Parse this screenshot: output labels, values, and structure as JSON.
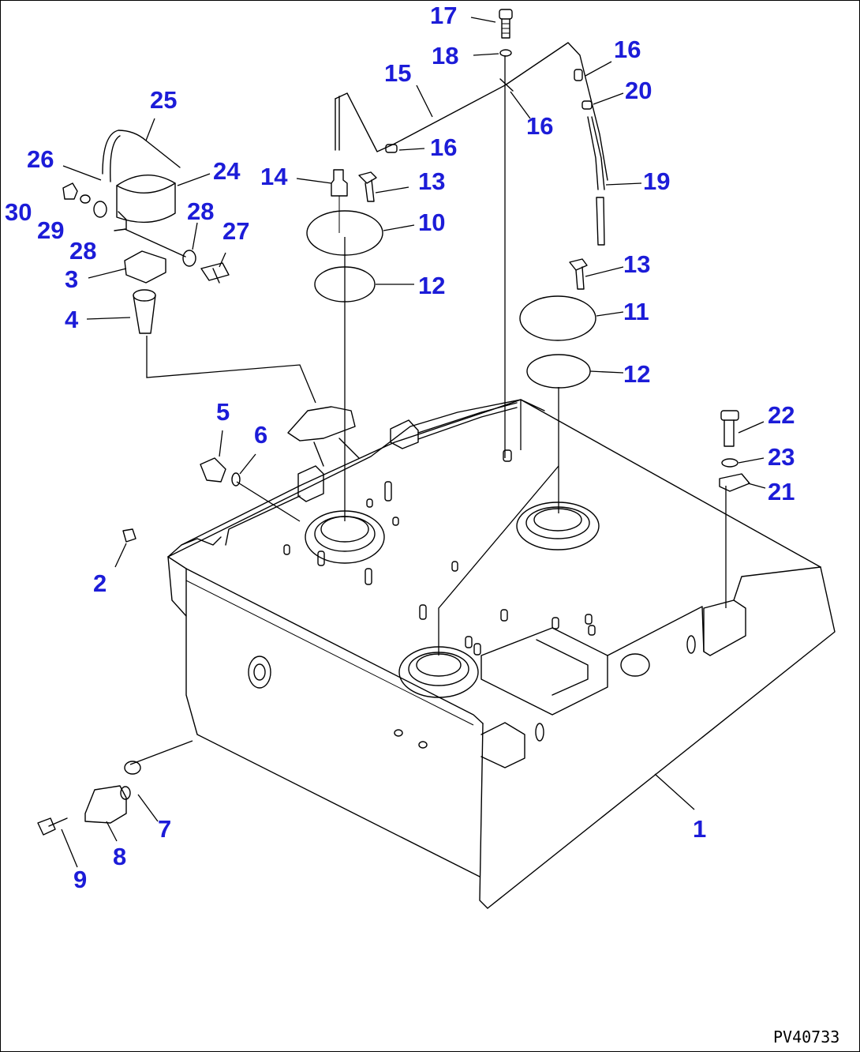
{
  "drawing_code": "PV40733",
  "callouts": {
    "c1": "1",
    "c2": "2",
    "c3": "3",
    "c4": "4",
    "c5": "5",
    "c6": "6",
    "c7": "7",
    "c8": "8",
    "c9": "9",
    "c10": "10",
    "c11": "11",
    "c12a": "12",
    "c12b": "12",
    "c13a": "13",
    "c13b": "13",
    "c14": "14",
    "c15": "15",
    "c16a": "16",
    "c16b": "16",
    "c16c": "16",
    "c17": "17",
    "c18": "18",
    "c19": "19",
    "c20": "20",
    "c21": "21",
    "c22": "22",
    "c23": "23",
    "c24": "24",
    "c25": "25",
    "c26": "26",
    "c27": "27",
    "c28a": "28",
    "c28b": "28",
    "c29": "29",
    "c30": "30"
  },
  "colors": {
    "callout": "#1c1cd8",
    "line": "#000000"
  }
}
